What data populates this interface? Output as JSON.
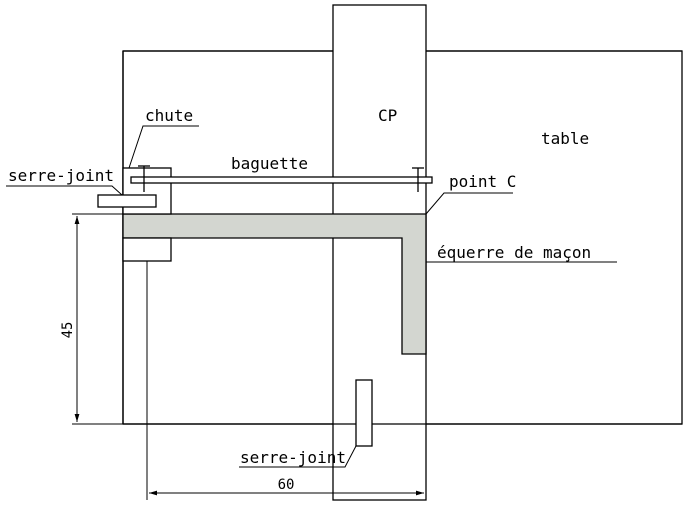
{
  "labels": {
    "chute": "chute",
    "serre_joint_left": "serre-joint",
    "baguette": "baguette",
    "cp": "CP",
    "table": "table",
    "point_c": "point C",
    "equerre": "équerre de maçon",
    "serre_joint_bottom": "serre-joint"
  },
  "dimensions": {
    "vertical": "45",
    "horizontal": "60"
  },
  "colors": {
    "line": "#000000",
    "equerre_fill": "#d3d6d0"
  }
}
